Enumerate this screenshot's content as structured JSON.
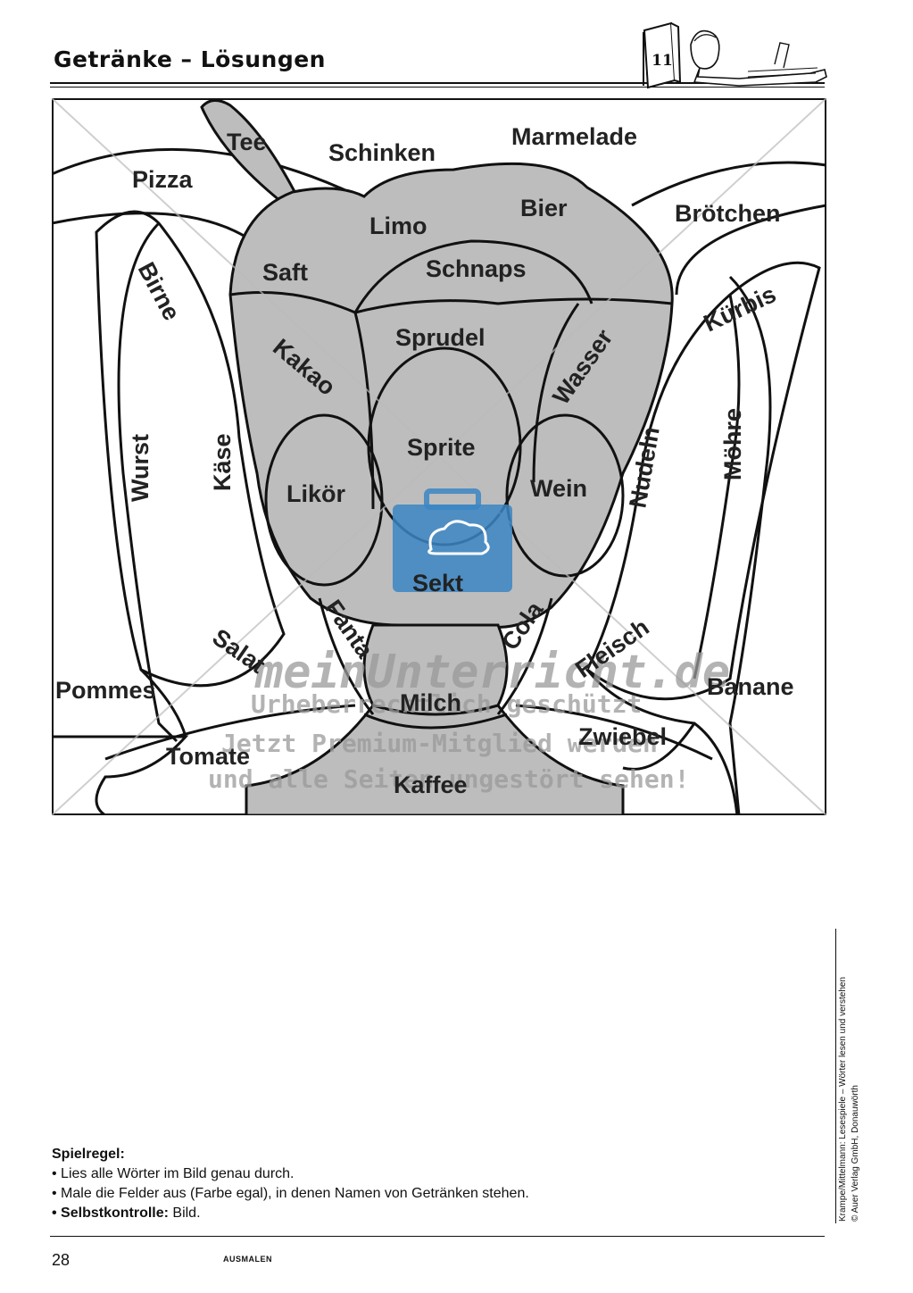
{
  "header": {
    "title": "Getränke – Lösungen",
    "page_badge": "11"
  },
  "picture": {
    "fill_color": "#bdbdbd",
    "words": {
      "tee": "Tee",
      "schinken": "Schinken",
      "marmelade": "Marmelade",
      "pizza": "Pizza",
      "bier": "Bier",
      "limo": "Limo",
      "broetchen": "Brötchen",
      "saft": "Saft",
      "schnaps": "Schnaps",
      "birne": "Birne",
      "kuerbis": "Kürbis",
      "sprudel": "Sprudel",
      "kakao": "Kakao",
      "wasser": "Wasser",
      "moehre": "Möhre",
      "wurst": "Wurst",
      "kaese": "Käse",
      "sprite": "Sprite",
      "nudeln": "Nudeln",
      "likoer": "Likör",
      "wein": "Wein",
      "sekt": "Sekt",
      "fanta": "Fanta",
      "cola": "Cola",
      "salat": "Salat",
      "fleisch": "Fleisch",
      "pommes": "Pommes",
      "milch": "Milch",
      "banane": "Banane",
      "zwiebel": "Zwiebel",
      "tomate": "Tomate",
      "kaffee": "Kaffee"
    }
  },
  "watermark": {
    "brand": "meinUnterricht.de",
    "line1": "Urheberrechtlich geschützt",
    "line2": "Jetzt Premium-Mitglied werden",
    "line3": "und alle Seiten ungestört sehen!"
  },
  "rules": {
    "heading": "Spielregel:",
    "bullet1": "• Lies alle Wörter im Bild genau durch.",
    "bullet2": "• Male die Felder aus (Farbe egal), in denen Namen von Getränken stehen.",
    "bullet3_label": "• Selbstkontrolle:",
    "bullet3_text": " Bild."
  },
  "footer": {
    "page_number": "28",
    "section": "AUSMALEN",
    "credit_line1": "Krampe/Mittelmann: Lesespiele – Wörter lesen und verstehen",
    "credit_line2": "© Auer Verlag GmbH, Donauwörth"
  }
}
